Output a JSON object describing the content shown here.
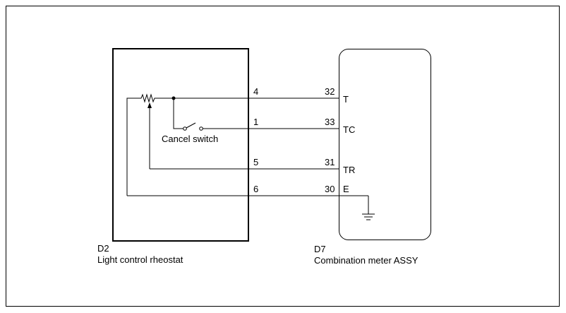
{
  "left_component": {
    "code": "D2",
    "name": "Light control rheostat",
    "cancel_switch_label": "Cancel switch"
  },
  "right_component": {
    "code": "D7",
    "name": "Combination meter ASSY"
  },
  "connections": [
    {
      "left_pin": "4",
      "right_pin": "32",
      "terminal": "T"
    },
    {
      "left_pin": "1",
      "right_pin": "33",
      "terminal": "TC"
    },
    {
      "left_pin": "5",
      "right_pin": "31",
      "terminal": "TR"
    },
    {
      "left_pin": "6",
      "right_pin": "30",
      "terminal": "E"
    }
  ]
}
